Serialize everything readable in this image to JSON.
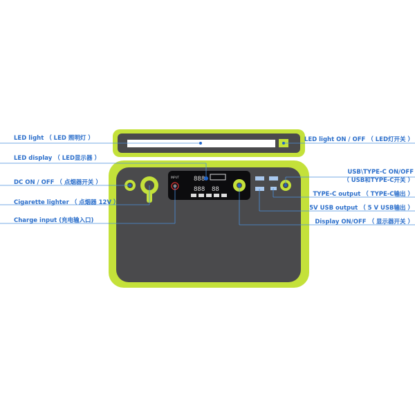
{
  "colors": {
    "label": "#2c6fcb",
    "line": "#4a8fdc",
    "body": "#c4e13a",
    "panel": "#4a4a4c",
    "screen": "#0c0c0e"
  },
  "labels_left": [
    "LED light （ LED 照明灯 ）",
    "LED display （ LED显示器 ）",
    "DC   ON / OFF （ 点烟器开关 ）",
    "Cigarette lighter （ 点烟器 12V ）",
    "Charge input (充电输入口)"
  ],
  "labels_right": [
    "LED light ON / OFF （ LED灯开关 ）",
    "USB\\TYPE-C   ON/OFF",
    "（ USB和TYPE-C开关 ）",
    "TYPE-C  output （ TYPE-C输出 ）",
    "5V  USB output （  5 V  USB输出 ）",
    "Display ON/OFF  （ 显示器开关 ）"
  ],
  "device": {
    "input_label": "INPUT",
    "screen_digits_top": "888",
    "screen_digits_bottom": "888",
    "screen_digits_right": "88"
  }
}
